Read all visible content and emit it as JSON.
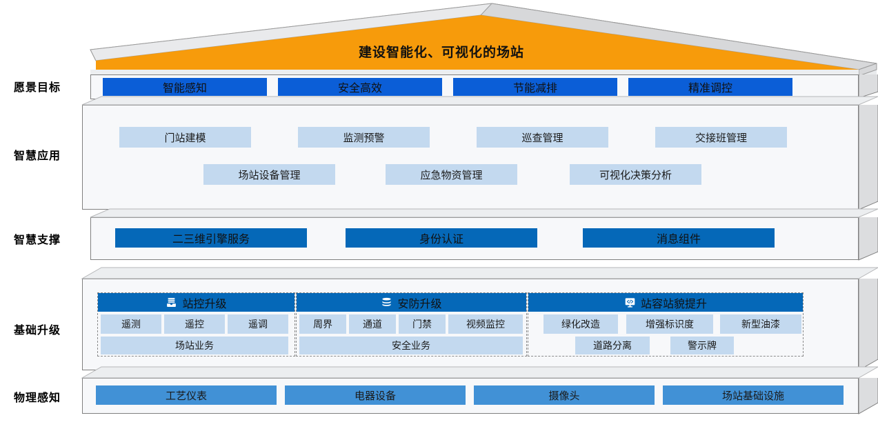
{
  "roof": {
    "title": "建设智能化、可视化的场站",
    "color": "#f79b0b"
  },
  "colors": {
    "vision_blue": "#0b5ed7",
    "app_blue": "#c3d9ef",
    "support_blue": "#0568b8",
    "physical_blue": "#4191d6",
    "slab_face": "#f7f8fa",
    "slab_side": "#dcdddf",
    "slab_top": "#eceef0",
    "border": "#7f7f7f"
  },
  "layers": [
    {
      "id": "vision",
      "label": "愿景目标",
      "items": [
        "智能感知",
        "安全高效",
        "节能减排",
        "精准调控"
      ]
    },
    {
      "id": "application",
      "label": "智慧应用",
      "row1": [
        "门站建模",
        "监测预警",
        "巡查管理",
        "交接班管理"
      ],
      "row2": [
        "场站设备管理",
        "应急物资管理",
        "可视化决策分析"
      ]
    },
    {
      "id": "support",
      "label": "智慧支撑",
      "items": [
        "二三维引擎服务",
        "身份认证",
        "消息组件"
      ]
    },
    {
      "id": "base",
      "label": "基础升级",
      "groups": [
        {
          "title": "站控升级",
          "icon": "server-stack-icon",
          "subs": [
            "遥测",
            "遥控",
            "遥调"
          ],
          "wide": [
            "场站业务"
          ]
        },
        {
          "title": "安防升级",
          "icon": "layers-stack-icon",
          "subs": [
            "周界",
            "通道",
            "门禁",
            "视频监控"
          ],
          "wide": [
            "安全业务"
          ]
        },
        {
          "title": "站容站貌提升",
          "icon": "code-monitor-icon",
          "subs": [
            "绿化改造",
            "增强标识度",
            "新型油漆"
          ],
          "wide": [
            "道路分离",
            "警示牌"
          ]
        }
      ]
    },
    {
      "id": "physical",
      "label": "物理感知",
      "items": [
        "工艺仪表",
        "电器设备",
        "摄像头",
        "场站基础设施"
      ]
    }
  ]
}
